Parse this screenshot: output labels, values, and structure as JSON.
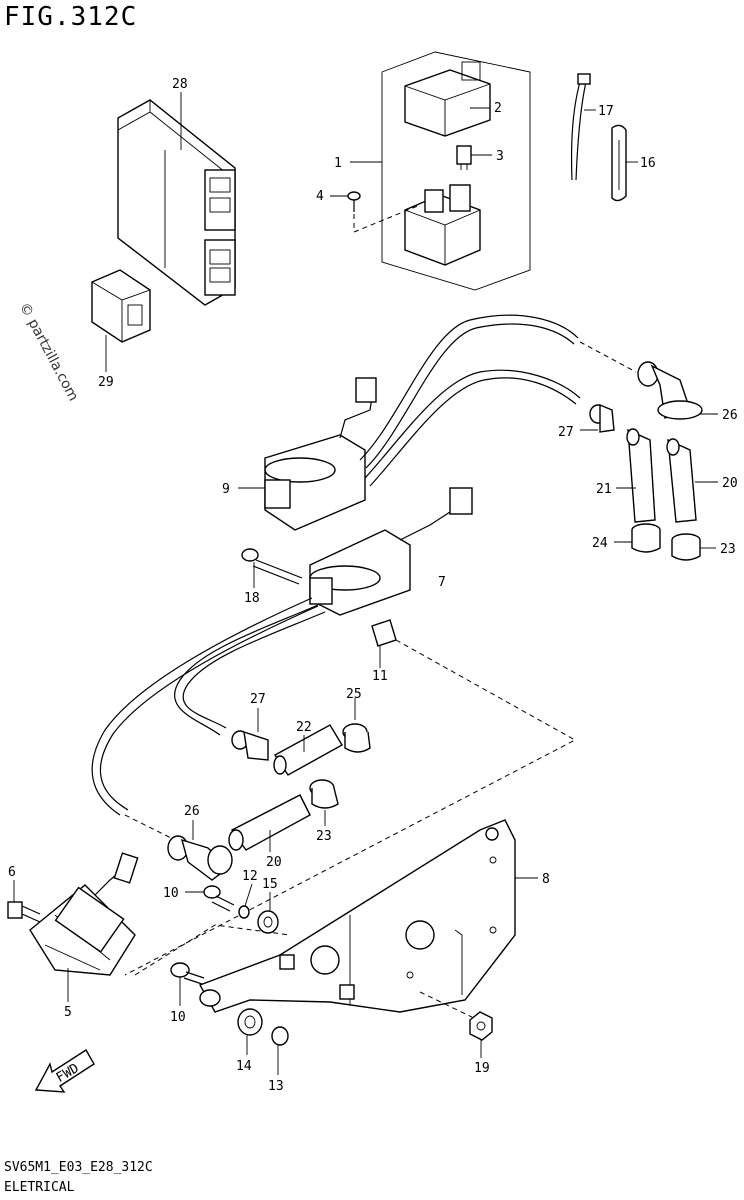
{
  "header": {
    "title": "FIG.312C"
  },
  "footer": {
    "code": "SV65M1_E03_E28_312C",
    "name": "ELETRICAL"
  },
  "watermark": "© partzilla.com",
  "fwd_badge": "FWD",
  "callouts": [
    {
      "id": "c1",
      "label": "1"
    },
    {
      "id": "c2",
      "label": "2"
    },
    {
      "id": "c3",
      "label": "3"
    },
    {
      "id": "c4",
      "label": "4"
    },
    {
      "id": "c5",
      "label": "5"
    },
    {
      "id": "c6",
      "label": "6"
    },
    {
      "id": "c7",
      "label": "7"
    },
    {
      "id": "c8",
      "label": "8"
    },
    {
      "id": "c9",
      "label": "9"
    },
    {
      "id": "c10a",
      "label": "10"
    },
    {
      "id": "c10b",
      "label": "10"
    },
    {
      "id": "c11",
      "label": "11"
    },
    {
      "id": "c12",
      "label": "12"
    },
    {
      "id": "c13",
      "label": "13"
    },
    {
      "id": "c14",
      "label": "14"
    },
    {
      "id": "c15",
      "label": "15"
    },
    {
      "id": "c16",
      "label": "16"
    },
    {
      "id": "c17",
      "label": "17"
    },
    {
      "id": "c18",
      "label": "18"
    },
    {
      "id": "c19",
      "label": "19"
    },
    {
      "id": "c20a",
      "label": "20"
    },
    {
      "id": "c20b",
      "label": "20"
    },
    {
      "id": "c21",
      "label": "21"
    },
    {
      "id": "c22",
      "label": "22"
    },
    {
      "id": "c23a",
      "label": "23"
    },
    {
      "id": "c23b",
      "label": "23"
    },
    {
      "id": "c24",
      "label": "24"
    },
    {
      "id": "c25",
      "label": "25"
    },
    {
      "id": "c26a",
      "label": "26"
    },
    {
      "id": "c26b",
      "label": "26"
    },
    {
      "id": "c27a",
      "label": "27"
    },
    {
      "id": "c27b",
      "label": "27"
    },
    {
      "id": "c28",
      "label": "28"
    },
    {
      "id": "c29",
      "label": "29"
    }
  ]
}
